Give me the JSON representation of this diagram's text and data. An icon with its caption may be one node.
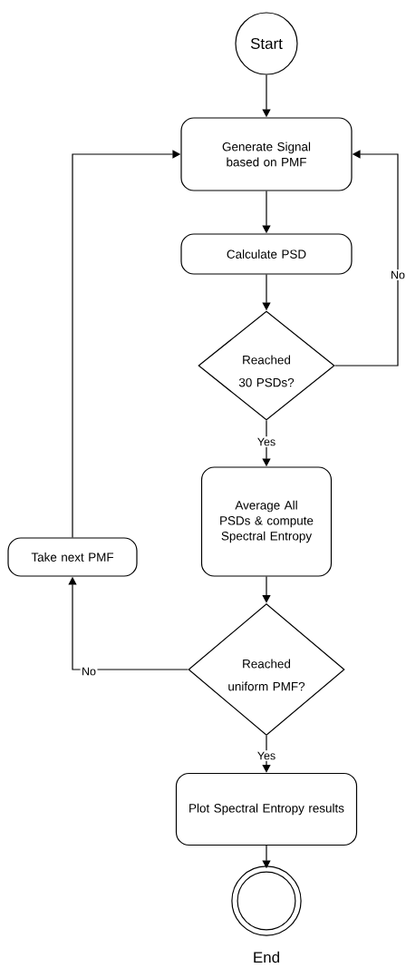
{
  "diagram": {
    "nodes": [
      {
        "text": [
          "Start"
        ]
      },
      {
        "text": [
          "Generate Signal based on PMF"
        ]
      },
      {
        "text": [
          "Calculate PSD"
        ]
      },
      {
        "text": [
          "Reached 30 PSDs?"
        ]
      },
      {
        "text": [
          "Average All PSDs & compute Spectral Entropy"
        ]
      },
      {
        "text": [
          "Take next PMF"
        ]
      },
      {
        "text": [
          "Reached uniform PMF?"
        ]
      },
      {
        "text": [
          "Plot Spectral Entropy results"
        ]
      },
      {
        "text": [
          "End"
        ]
      }
    ],
    "edges": [
      {
        "from": 0,
        "to": 1,
        "arrow": "to"
      },
      {
        "from": 1,
        "to": 2,
        "arrow": "to"
      },
      {
        "from": 2,
        "to": 3,
        "arrow": "to"
      },
      {
        "from": 3,
        "to": 1,
        "arrow": "to",
        "label": "No"
      },
      {
        "from": 3,
        "to": 4,
        "arrow": "to",
        "label": "Yes"
      },
      {
        "from": 4,
        "to": 6,
        "arrow": "to"
      },
      {
        "from": 6,
        "to": 5,
        "arrow": "to",
        "label": "No"
      },
      {
        "from": 5,
        "to": 1,
        "arrow": "to"
      },
      {
        "from": 6,
        "to": 7,
        "arrow": "to",
        "label": "Yes"
      },
      {
        "from": 7,
        "to": 8,
        "arrow": "to"
      }
    ]
  }
}
